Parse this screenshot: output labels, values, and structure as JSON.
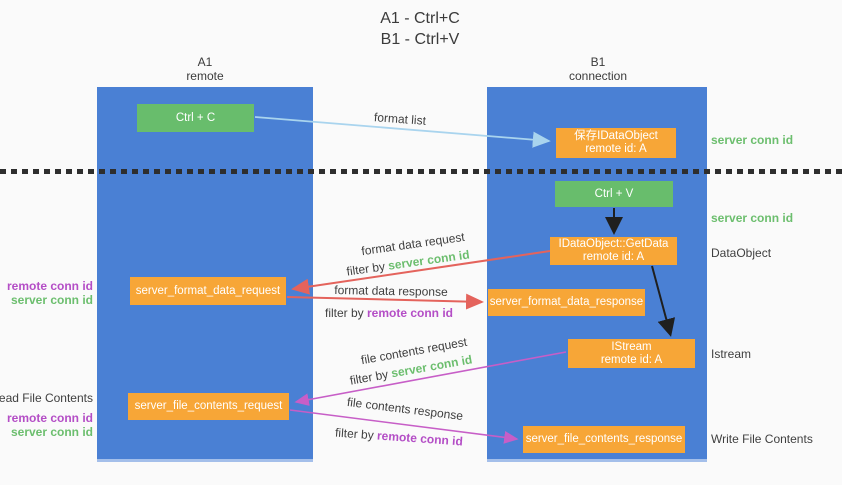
{
  "title": {
    "line1": "A1 - Ctrl+C",
    "line2": "B1 - Ctrl+V"
  },
  "lifelines": {
    "left": {
      "name": "A1",
      "role": "remote"
    },
    "right": {
      "name": "B1",
      "role": "connection"
    }
  },
  "nodes": {
    "ctrl_c": "Ctrl + C",
    "ctrl_v": "Ctrl + V",
    "save_dataobject": {
      "line1": "保存IDataObject",
      "line2": "remote id: A"
    },
    "getdata": {
      "line1": "IDataObject::GetData",
      "line2": "remote id: A"
    },
    "istream": {
      "line1": "IStream",
      "line2": "remote id: A"
    },
    "format_request": "server_format_data_request",
    "format_response": "server_format_data_response",
    "file_request": "server_file_contents_request",
    "file_response": "server_file_contents_response"
  },
  "labels": {
    "format_list": "format list",
    "format_data_request": "format data request",
    "format_data_response": "format data response",
    "file_contents_request": "file contents request",
    "file_contents_response": "file contents response",
    "filter_by": "filter by ",
    "server_conn_id": "server conn id",
    "remote_conn_id": "remote conn id",
    "dataobject": "DataObject",
    "istream": "Istream",
    "read_file_contents": "Read File Contents",
    "write_file_contents": "Write File Contents"
  },
  "colors": {
    "lifeline_blue": "#4a80d4",
    "box_green": "#68bd6c",
    "box_orange": "#f7a637",
    "arrow_lightblue": "#a9d4ee",
    "arrow_red": "#e4635c",
    "arrow_magenta": "#c75ec7",
    "arrow_black": "#1f1f1f",
    "text_green": "#6cbe6e",
    "text_purple": "#b44ec6",
    "text_dark": "#3f3f3f"
  }
}
